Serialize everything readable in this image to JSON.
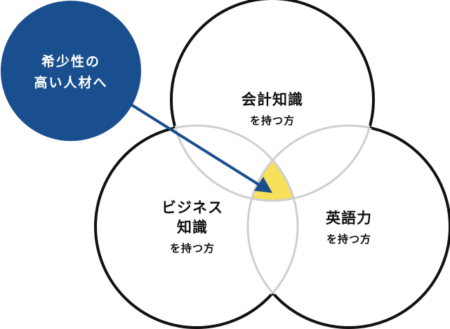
{
  "colors": {
    "outline": "#111111",
    "inner_outline": "#cfcfcf",
    "highlight": "#f7e15a",
    "callout_fill": "#1a4f8f",
    "arrow": "#1a4f8f"
  },
  "callout": {
    "line1": "希少性の",
    "line2": "高い人材へ"
  },
  "circles": {
    "top": {
      "line1": "会計知識",
      "line2": "を持つ方"
    },
    "left": {
      "line1": "ビジネス",
      "line2": "知識",
      "line3": "を持つ方"
    },
    "right": {
      "line1": "英語力",
      "line2": "を持つ方"
    }
  }
}
